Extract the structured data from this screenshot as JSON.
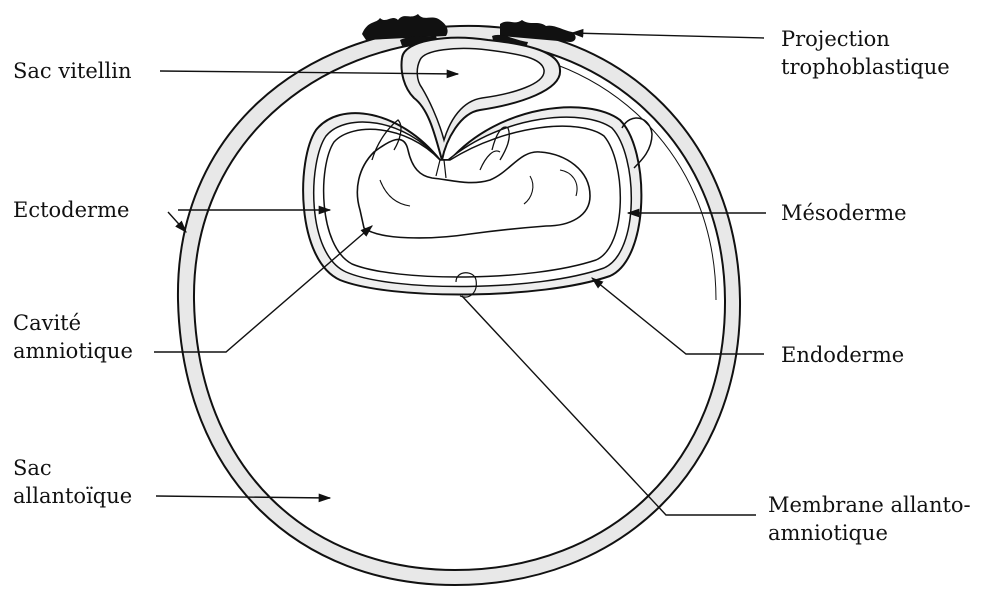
{
  "labels": {
    "sac_vitellin": "Sac vitellin",
    "ectoderme": "Ectoderme",
    "cavite_line1": "Cavité",
    "cavite_line2": "amniotique",
    "sac_allantoique_line1": "Sac",
    "sac_allantoique_line2": "allantoïque",
    "projection_line1": "Projection",
    "projection_line2": "trophoblastique",
    "mesoderme": "Mésoderme",
    "endoderme": "Endoderme",
    "membrane_line1": "Membrane allanto-",
    "membrane_line2": "amniotique"
  },
  "colors": {
    "ink": "#111111",
    "membrane_fill": "#e6e6e6",
    "background": "#ffffff"
  }
}
